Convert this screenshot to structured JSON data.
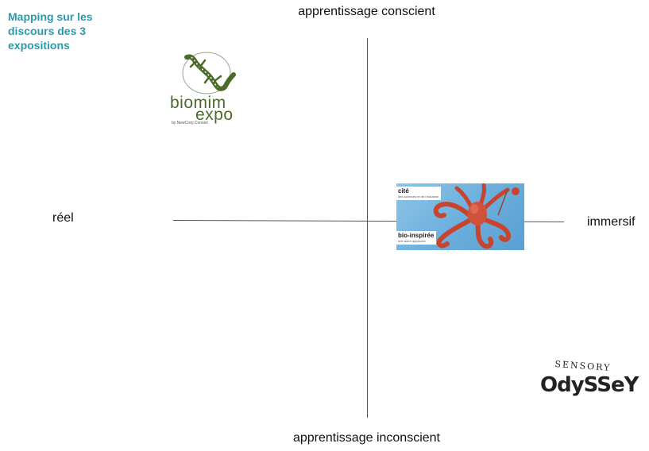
{
  "title": "Mapping sur les discours des 3 expositions",
  "axes": {
    "top": "apprentissage conscient",
    "bottom": "apprentissage inconscient",
    "left": "réel",
    "right": "immersif"
  },
  "exhibitions": {
    "biomim": {
      "line1": "biomim",
      "line2": "expo",
      "sub": "by NewCorp Conseil",
      "icon": "lizard-icon",
      "color": "#4a6b2a"
    },
    "cite": {
      "tag_top": "cité",
      "tag_top_small": "des sciences et de l'industrie",
      "tag_bottom": "bio-inspirée",
      "tag_bottom_small": "une autre approche",
      "image": "octopus-image"
    },
    "sensory": {
      "top": "SENSORY",
      "main": "OdySSeY"
    }
  },
  "colors": {
    "title": "#2a9bab",
    "axis": "#555555",
    "octopus": "#c9442e"
  }
}
